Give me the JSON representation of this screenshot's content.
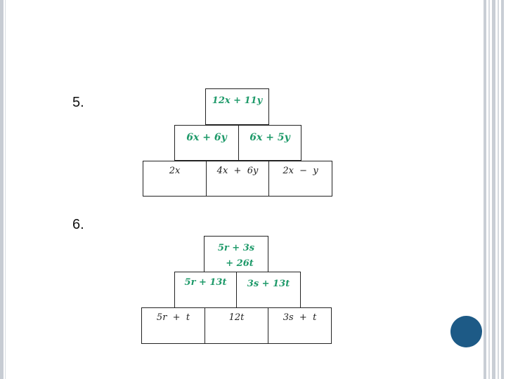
{
  "slide": {
    "problems": [
      {
        "number": "5.",
        "top": "12x + 11y",
        "middle": [
          "6x + 6y",
          "6x + 5y"
        ],
        "bottom": [
          "2x",
          "4x  +  6y",
          "2x  −  y"
        ]
      },
      {
        "number": "6.",
        "top_lines": [
          "5r + 3s",
          "+ 26t"
        ],
        "middle": [
          "5r + 13t",
          "3s + 13t"
        ],
        "bottom": [
          "5r  +  t",
          "12t",
          "3s  +  t"
        ]
      }
    ],
    "accent_color": "#1d5a86"
  }
}
